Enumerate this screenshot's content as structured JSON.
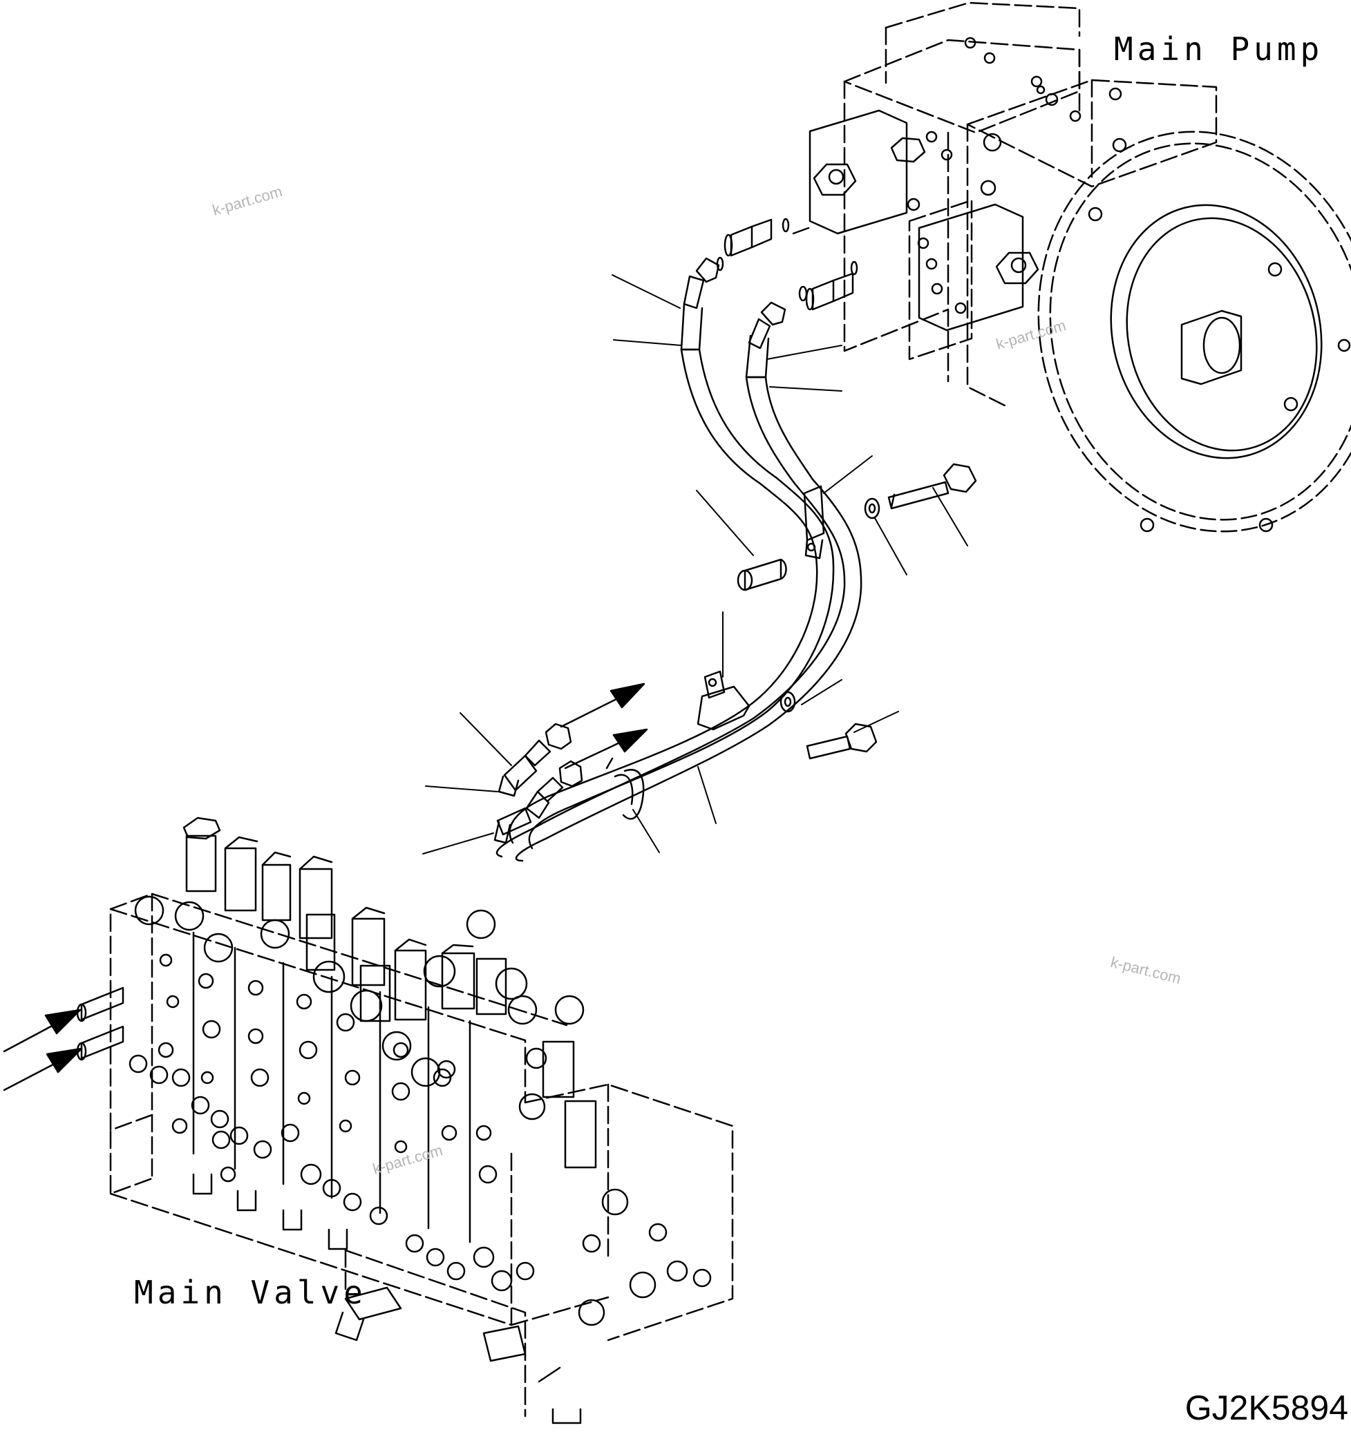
{
  "labels": {
    "main_pump": "Main Pump",
    "main_valve": "Main Valve",
    "drawing_code": "GJ2K5894"
  },
  "watermarks": [
    "k-part.com",
    "k-part.com",
    "k-part.com",
    "k-part.com"
  ],
  "colors": {
    "line": "#000000",
    "background": "#ffffff",
    "watermark": "#b5b5b5"
  }
}
